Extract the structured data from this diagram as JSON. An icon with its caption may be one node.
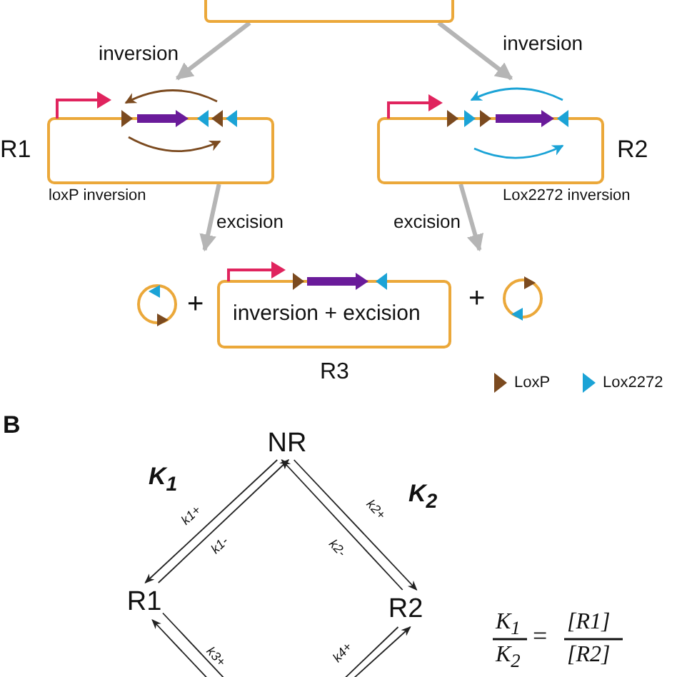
{
  "diagram": {
    "nodes": [
      {
        "text": [],
        "shape": "box"
      },
      {
        "text": [
          "loxP inversion"
        ],
        "beside": [
          "R1"
        ]
      },
      {
        "text": [
          "Lox2272 inversion"
        ],
        "beside": [
          "R2"
        ]
      },
      {
        "text": [],
        "shape": "circle"
      },
      {
        "text": [
          "inversion + excision"
        ],
        "beside": [
          "R3"
        ]
      },
      {
        "text": [],
        "shape": "circle"
      },
      {
        "text": [
          "NR"
        ]
      },
      {
        "text": [
          "R1"
        ]
      },
      {
        "text": [
          "R2"
        ]
      }
    ],
    "edges": [
      {
        "from": 0,
        "to": 1,
        "arrow": "to",
        "label": "inversion",
        "style": "thick",
        "color": "#b5b5b5"
      },
      {
        "from": 0,
        "to": 2,
        "arrow": "to",
        "label": "inversion",
        "style": "thick",
        "color": "#b5b5b5"
      },
      {
        "from": 1,
        "to": 4,
        "arrow": "to",
        "label": "excision",
        "style": "thick",
        "color": "#b5b5b5"
      },
      {
        "from": 2,
        "to": 4,
        "arrow": "to",
        "label": "excision",
        "style": "thick",
        "color": "#b5b5b5"
      },
      {
        "from": 6,
        "to": 7,
        "arrow": "to",
        "label": "k1+"
      },
      {
        "from": 7,
        "to": 6,
        "arrow": "to",
        "label": "k1-"
      },
      {
        "from": 6,
        "to": 8,
        "arrow": "to",
        "label": "k2+"
      },
      {
        "from": 8,
        "to": 6,
        "arrow": "to",
        "label": "k2-"
      },
      {
        "from": null,
        "to": 7,
        "arrow": "to"
      },
      {
        "from": 7,
        "to": null,
        "arrow": "none",
        "label": "k3+"
      },
      {
        "from": null,
        "to": 8,
        "arrow": "to",
        "label": "k4+"
      },
      {
        "from": 8,
        "to": null,
        "arrow": "none"
      }
    ],
    "labels": [
      "+",
      "+",
      "B",
      "K$_{1}$",
      "K$_{2}$",
      "K$_{1}$",
      "K$_{2}$",
      "=",
      "[R1]",
      "[R2]"
    ],
    "legend": [
      {
        "text": "LoxP",
        "color": "#7b4a1f"
      },
      {
        "text": "Lox2272",
        "color": "#1ba3d6"
      }
    ]
  }
}
